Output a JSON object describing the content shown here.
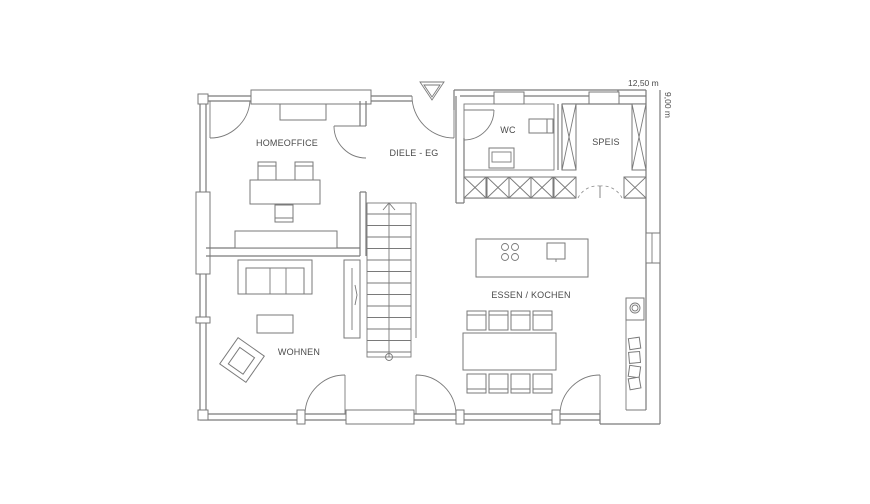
{
  "rooms": {
    "homeoffice": "HOMEOFFICE",
    "diele": "DIELE - EG",
    "wc": "WC",
    "speis": "SPEIS",
    "essen_kochen": "ESSEN / KOCHEN",
    "wohnen": "WOHNEN"
  },
  "dimensions": {
    "width": "12,50 m",
    "depth": "9,00 m"
  },
  "icons": {
    "entrance": "entrance-arrow-icon"
  }
}
